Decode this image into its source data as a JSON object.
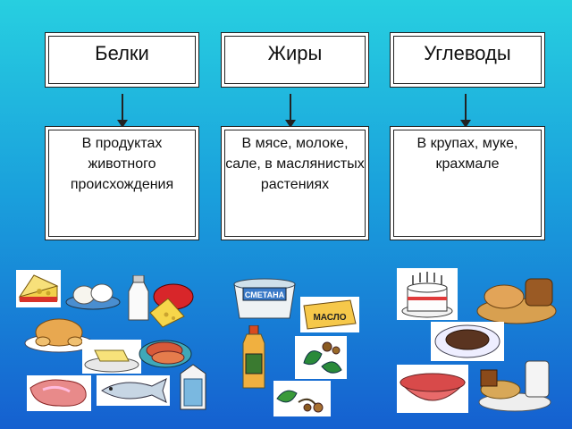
{
  "columns": [
    {
      "title": "Белки",
      "description": "В продуктах животного происхождения"
    },
    {
      "title": "Жиры",
      "description": "В мясе, молоке, сале, в маслянистых растениях"
    },
    {
      "title": "Углеводы",
      "description": "В крупах, муке, крахмале"
    }
  ],
  "labels": {
    "smetana": "СМЕТАНА",
    "maslo": "МАСЛО"
  },
  "colors": {
    "bg_top": "#27cfe0",
    "bg_bottom": "#1560d0",
    "box_border": "#222222"
  }
}
